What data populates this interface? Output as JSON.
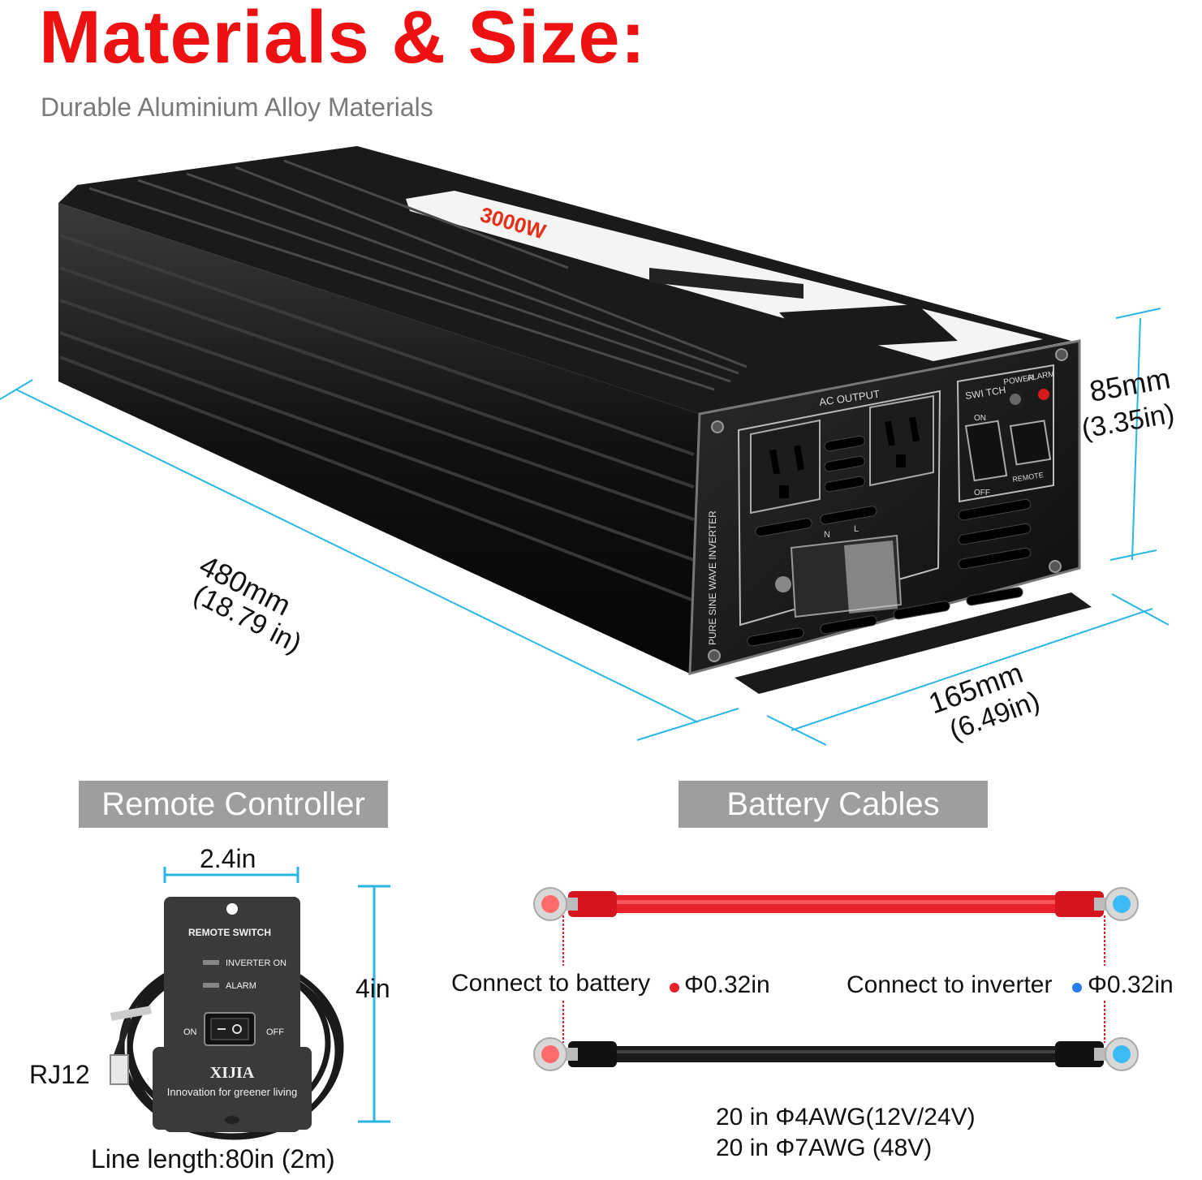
{
  "header": {
    "title": "Materials & Size:",
    "subtitle": "Durable Aluminium Alloy Materials"
  },
  "inverter": {
    "power_label": "3000W",
    "front_panel": {
      "ac_output": "AC OUTPUT",
      "switch": "SWI TCH",
      "power": "POWER",
      "alarm": "ALARM",
      "on": "ON",
      "off": "OFF",
      "remote": "REMOTE",
      "side_text": "PURE SINE WAVE INVERTER",
      "n": "N",
      "l": "L"
    }
  },
  "dimensions": {
    "length_mm": "480mm",
    "length_in": "(18.79 in)",
    "width_mm": "165mm",
    "width_in": "(6.49in)",
    "height_mm": "85mm",
    "height_in": "(3.35in)"
  },
  "remote_controller": {
    "heading": "Remote Controller",
    "width_label": "2.4in",
    "height_label": "4in",
    "panel_title": "REMOTE SWITCH",
    "led_inverter_on": "INVERTER ON",
    "led_alarm": "ALARM",
    "switch_on": "ON",
    "switch_off": "OFF",
    "brand": "XIJIA",
    "slogan": "Innovation for greener living",
    "connector": "RJ12",
    "line_length": "Line length:80in (2m)"
  },
  "battery_cables": {
    "heading": "Battery Cables",
    "connect_battery": "Connect to battery",
    "connect_battery_size": "Φ0.32in",
    "connect_inverter": "Connect to inverter",
    "connect_inverter_size": "Φ0.32in",
    "spec_line1": "20 in Φ4AWG(12V/24V)",
    "spec_line2": "20 in Φ7AWG (48V)"
  },
  "colors": {
    "title_red": "#ee1111",
    "dimension_blue": "#29b6e6",
    "label_gray": "#9e9e9e",
    "cable_red": "#e8202a",
    "terminal_blue": "#2aa8f0"
  }
}
